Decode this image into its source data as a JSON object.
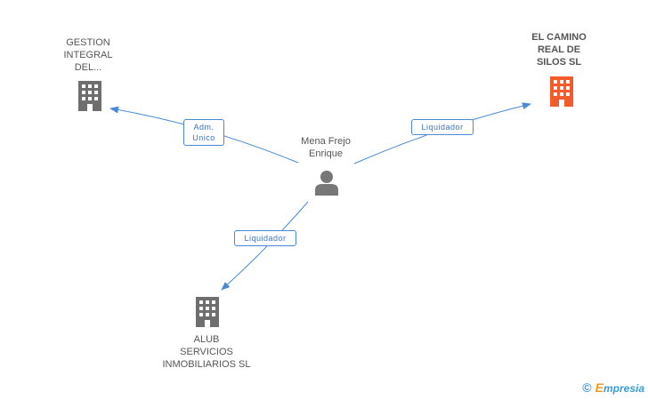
{
  "nodes": {
    "center": {
      "label": "Mena Frejo\nEnrique",
      "icon": "person-icon",
      "color": "#777777"
    },
    "top_left": {
      "label": "GESTION\nINTEGRAL\nDEL...",
      "icon": "building-icon",
      "color": "#6e6e6e"
    },
    "top_right": {
      "label": "EL CAMINO\nREAL DE\nSILOS SL",
      "icon": "building-icon",
      "color": "#f25b2a"
    },
    "bottom": {
      "label": "ALUB\nSERVICIOS\nINMOBILIARIOS SL",
      "icon": "building-icon",
      "color": "#6e6e6e"
    }
  },
  "edges": {
    "to_top_left": {
      "label": "Adm.\nUnico",
      "color": "#4a88d8"
    },
    "to_top_right": {
      "label": "Liquidador",
      "color": "#4a88d8"
    },
    "to_bottom": {
      "label": "Liquidador",
      "color": "#4a88d8"
    }
  },
  "footer": {
    "copyright": "©",
    "brand_e": "E",
    "brand_rest": "mpresia"
  }
}
